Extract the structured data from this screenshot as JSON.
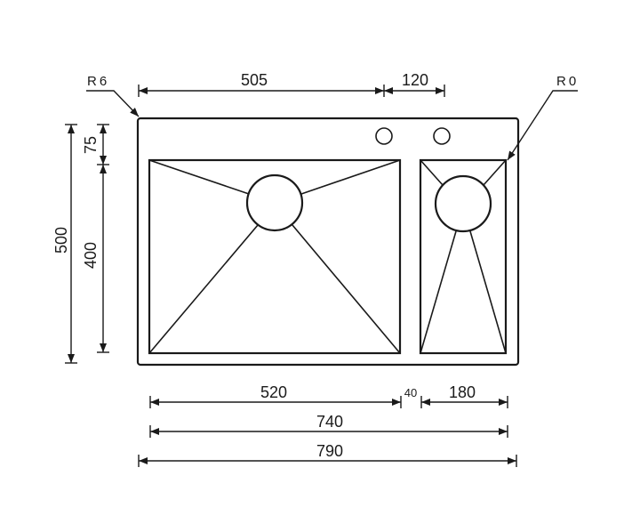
{
  "drawing": {
    "radius_left": "R6",
    "radius_right": "R0",
    "dims_top": {
      "main_bowl_offset": "505",
      "tap_spacing": "120"
    },
    "dims_left": {
      "total_depth": "500",
      "top_margin": "75",
      "bowl_depth": "400"
    },
    "dims_bottom": {
      "main_bowl_width": "520",
      "divider": "40",
      "small_bowl_width": "180",
      "bowls_total": "740",
      "overall_width": "790"
    }
  }
}
